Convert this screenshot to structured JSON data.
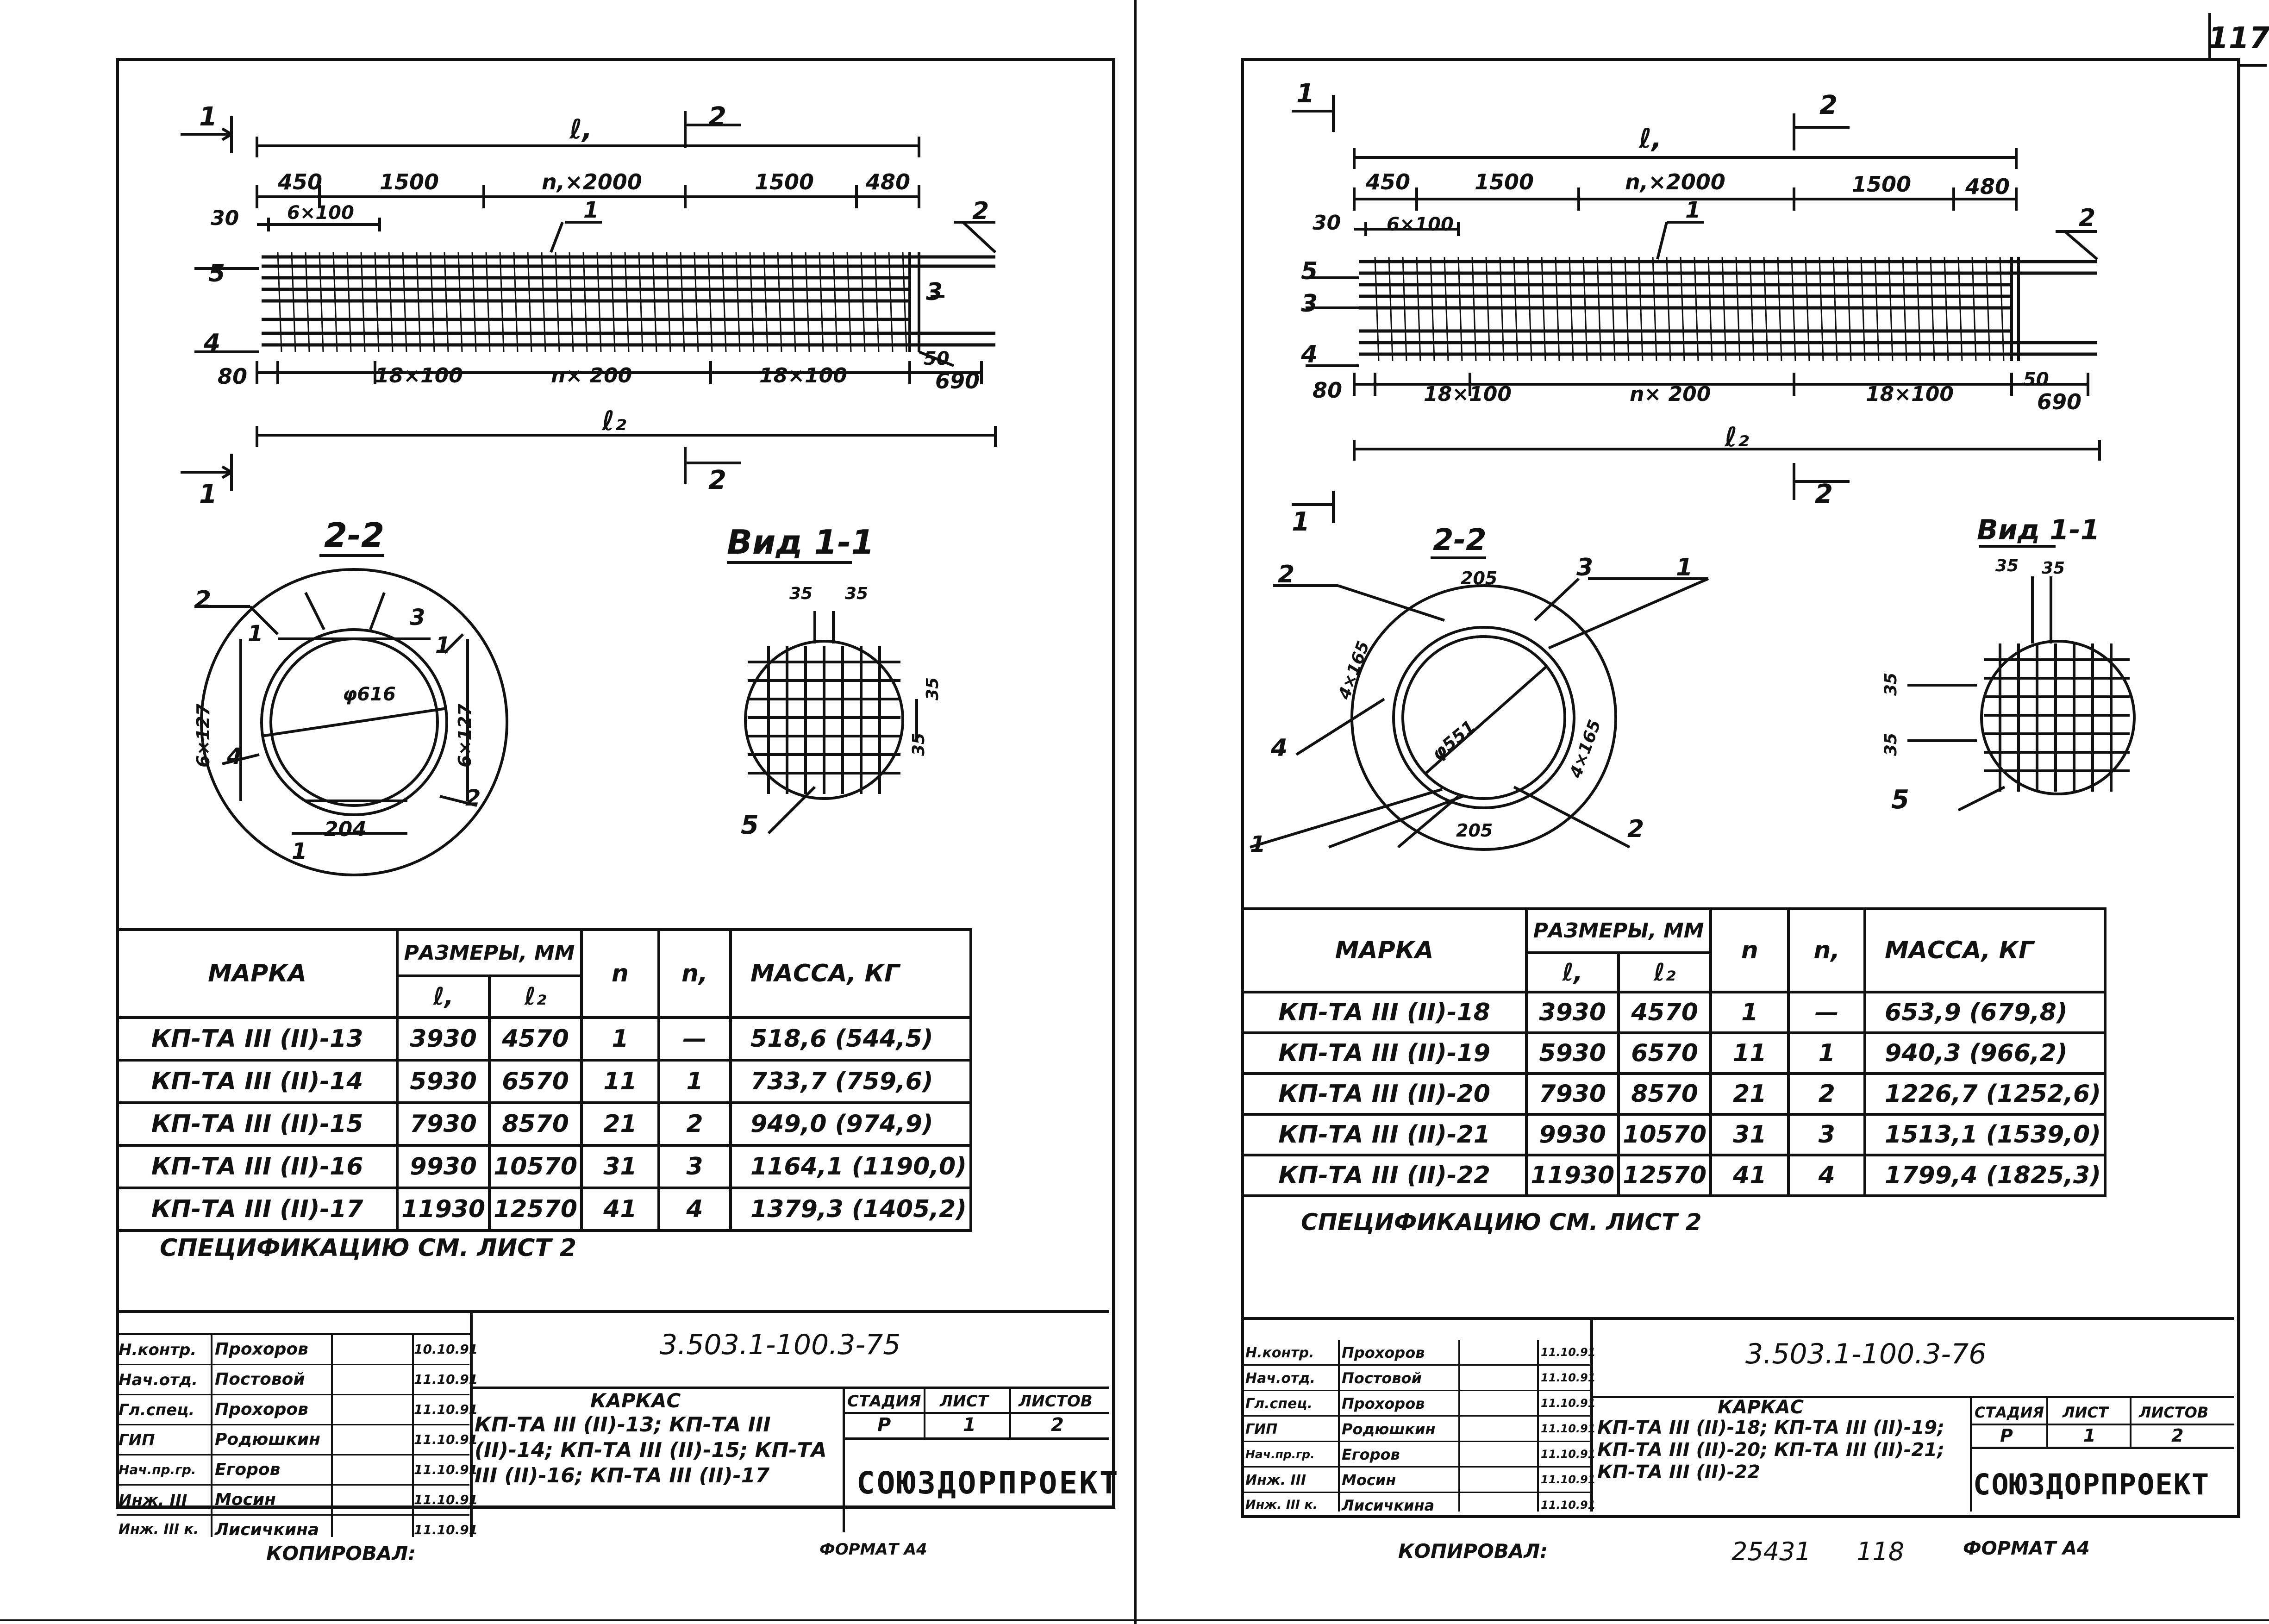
{
  "page_number": "117",
  "sheets": [
    {
      "drawing": {
        "dims_top": [
          "450",
          "1500",
          "n,×2000",
          "1500",
          "480"
        ],
        "dims_bottom": [
          "80",
          "18×100",
          "n× 200",
          "18×100",
          "690"
        ],
        "dim_6x100": "6×100",
        "dim_30": "30",
        "dim_50": "50",
        "l1": "ℓ,",
        "l2": "ℓ₂",
        "cut1": "1",
        "cut2": "2",
        "pos_labels": [
          "1",
          "2",
          "3",
          "4",
          "5"
        ],
        "section_title": "2-2",
        "view_title": "Вид 1-1",
        "sec_dims": [
          "6×127",
          "6×127",
          "φ616",
          "204"
        ],
        "view_dims": [
          "35",
          "35",
          "35",
          "35"
        ]
      },
      "table": {
        "header": {
          "marka": "МАРКА",
          "sizes": "РАЗМЕРЫ, ММ",
          "l1": "ℓ,",
          "l2": "ℓ₂",
          "n": "n",
          "n1": "n,",
          "mass": "МАССА, КГ"
        },
        "rows": [
          {
            "marka": "КП-ТА III (II)-13",
            "l1": "3930",
            "l2": "4570",
            "n": "1",
            "n1": "—",
            "mass": "518,6 (544,5)"
          },
          {
            "marka": "КП-ТА III (II)-14",
            "l1": "5930",
            "l2": "6570",
            "n": "11",
            "n1": "1",
            "mass": "733,7 (759,6)"
          },
          {
            "marka": "КП-ТА III (II)-15",
            "l1": "7930",
            "l2": "8570",
            "n": "21",
            "n1": "2",
            "mass": "949,0 (974,9)"
          },
          {
            "marka": "КП-ТА III (II)-16",
            "l1": "9930",
            "l2": "10570",
            "n": "31",
            "n1": "3",
            "mass": "1164,1 (1190,0)"
          },
          {
            "marka": "КП-ТА III (II)-17",
            "l1": "11930",
            "l2": "12570",
            "n": "41",
            "n1": "4",
            "mass": "1379,3 (1405,2)"
          }
        ]
      },
      "note": "СПЕЦИФИКАЦИЮ СМ. ЛИСТ 2",
      "title_block": {
        "doc_code": "3.503.1-100.3-75",
        "people": [
          {
            "role": "Н.контр.",
            "name": "Прохоров",
            "date": "10.10.91"
          },
          {
            "role": "Нач.отд.",
            "name": "Постовой",
            "date": "11.10.91"
          },
          {
            "role": "Гл.спец.",
            "name": "Прохоров",
            "date": "11.10.91"
          },
          {
            "role": "ГИП",
            "name": "Родюшкин",
            "date": "11.10.91"
          },
          {
            "role": "Нач.пр.гр.",
            "name": "Егоров",
            "date": "11.10.91"
          },
          {
            "role": "Инж. III",
            "name": "Мосин",
            "date": "11.10.91"
          },
          {
            "role": "Инж. III к.",
            "name": "Лисичкина",
            "date": "11.10.91"
          }
        ],
        "item": "КАРКАС",
        "items_list": "КП-ТА III (II)-13; КП-ТА III (II)-14; КП-ТА III (II)-15; КП-ТА III (II)-16; КП-ТА III (II)-17",
        "stage_h": "СТАДИЯ",
        "sheet_h": "ЛИСТ",
        "sheets_h": "ЛИСТОВ",
        "stage": "Р",
        "sheet": "1",
        "sheets": "2",
        "org": "СОЮЗДОРПРОЕКТ"
      },
      "copied": "КОПИРОВАЛ:",
      "format": "ФОРМАТ А4"
    },
    {
      "drawing": {
        "dims_top": [
          "450",
          "1500",
          "n,×2000",
          "1500",
          "480"
        ],
        "dims_bottom": [
          "80",
          "18×100",
          "n× 200",
          "18×100",
          "690"
        ],
        "dim_6x100": "6×100",
        "dim_30": "30",
        "dim_50": "50",
        "l1": "ℓ,",
        "l2": "ℓ₂",
        "cut1": "1",
        "cut2": "2",
        "pos_labels": [
          "1",
          "2",
          "3",
          "4",
          "5"
        ],
        "section_title": "2-2",
        "view_title": "Вид 1-1",
        "sec_dims": [
          "4×165",
          "4×165",
          "φ551",
          "205",
          "205"
        ],
        "view_dims": [
          "35",
          "35",
          "35",
          "35"
        ]
      },
      "table": {
        "header": {
          "marka": "МАРКА",
          "sizes": "РАЗМЕРЫ, ММ",
          "l1": "ℓ,",
          "l2": "ℓ₂",
          "n": "n",
          "n1": "n,",
          "mass": "МАССА, КГ"
        },
        "rows": [
          {
            "marka": "КП-ТА III (II)-18",
            "l1": "3930",
            "l2": "4570",
            "n": "1",
            "n1": "—",
            "mass": "653,9 (679,8)"
          },
          {
            "marka": "КП-ТА III (II)-19",
            "l1": "5930",
            "l2": "6570",
            "n": "11",
            "n1": "1",
            "mass": "940,3 (966,2)"
          },
          {
            "marka": "КП-ТА III (II)-20",
            "l1": "7930",
            "l2": "8570",
            "n": "21",
            "n1": "2",
            "mass": "1226,7 (1252,6)"
          },
          {
            "marka": "КП-ТА III (II)-21",
            "l1": "9930",
            "l2": "10570",
            "n": "31",
            "n1": "3",
            "mass": "1513,1 (1539,0)"
          },
          {
            "marka": "КП-ТА III (II)-22",
            "l1": "11930",
            "l2": "12570",
            "n": "41",
            "n1": "4",
            "mass": "1799,4 (1825,3)"
          }
        ]
      },
      "note": "СПЕЦИФИКАЦИЮ СМ. ЛИСТ 2",
      "title_block": {
        "doc_code": "3.503.1-100.3-76",
        "people": [
          {
            "role": "Н.контр.",
            "name": "Прохоров",
            "date": "11.10.91"
          },
          {
            "role": "Нач.отд.",
            "name": "Постовой",
            "date": "11.10.91"
          },
          {
            "role": "Гл.спец.",
            "name": "Прохоров",
            "date": "11.10.91"
          },
          {
            "role": "ГИП",
            "name": "Родюшкин",
            "date": "11.10.91"
          },
          {
            "role": "Нач.пр.гр.",
            "name": "Егоров",
            "date": "11.10.91"
          },
          {
            "role": "Инж. III",
            "name": "Мосин",
            "date": "11.10.91"
          },
          {
            "role": "Инж. III к.",
            "name": "Лисичкина",
            "date": "11.10.91"
          }
        ],
        "item": "КАРКАС",
        "items_list": "КП-ТА III (II)-18; КП-ТА III (II)-19; КП-ТА III (II)-20; КП-ТА III (II)-21; КП-ТА III (II)-22",
        "stage_h": "СТАДИЯ",
        "sheet_h": "ЛИСТ",
        "sheets_h": "ЛИСТОВ",
        "stage": "Р",
        "sheet": "1",
        "sheets": "2",
        "org": "СОЮЗДОРПРОЕКТ"
      },
      "copied": "КОПИРОВАЛ:",
      "format": "ФОРМАТ А4",
      "extra_numbers": [
        "25431",
        "118"
      ]
    }
  ]
}
